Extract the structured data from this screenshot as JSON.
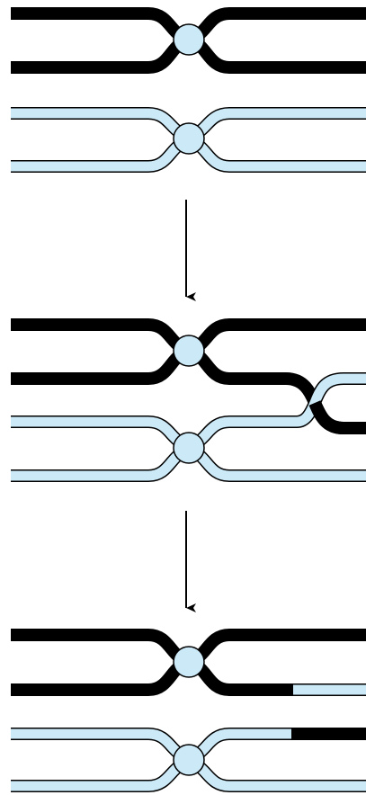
{
  "figure": {
    "colors": {
      "background": "#ffffff",
      "dark_strand": "#000000",
      "light_strand_fill": "#cce9f7",
      "outline": "#000000",
      "centromere_fill": "#cce9f7"
    },
    "stages": [
      {
        "id": "before",
        "pair_state": "unpaired"
      },
      {
        "id": "crossing-over",
        "pair_state": "chiasma"
      },
      {
        "id": "after",
        "pair_state": "recombinant"
      }
    ],
    "arrows": [
      {
        "from": "before",
        "to": "crossing-over"
      },
      {
        "from": "crossing-over",
        "to": "after"
      }
    ]
  }
}
